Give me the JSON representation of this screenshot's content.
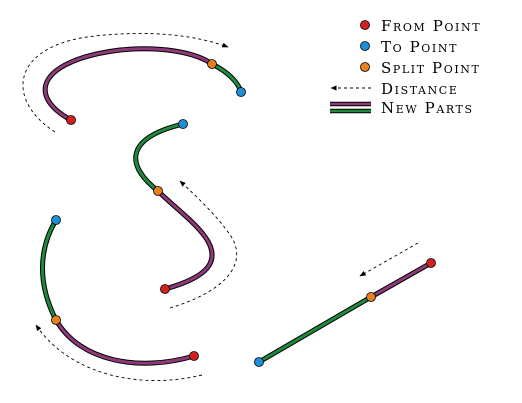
{
  "legend": {
    "from_point": "From Point",
    "to_point": "To Point",
    "split_point": "Split Point",
    "distance": "Distance",
    "new_parts": "New Parts"
  },
  "colors": {
    "from_point": "#d42020",
    "to_point": "#1e8fd6",
    "split_point": "#e8801e",
    "part_a": "#8e3a7a",
    "part_b": "#1e8a3c",
    "outline": "#000000",
    "distance": "#000000"
  },
  "icons": {
    "from_point": "red-dot",
    "to_point": "blue-dot",
    "split_point": "orange-dot",
    "distance": "dashed-arrow",
    "new_parts": "two-color-lines"
  }
}
